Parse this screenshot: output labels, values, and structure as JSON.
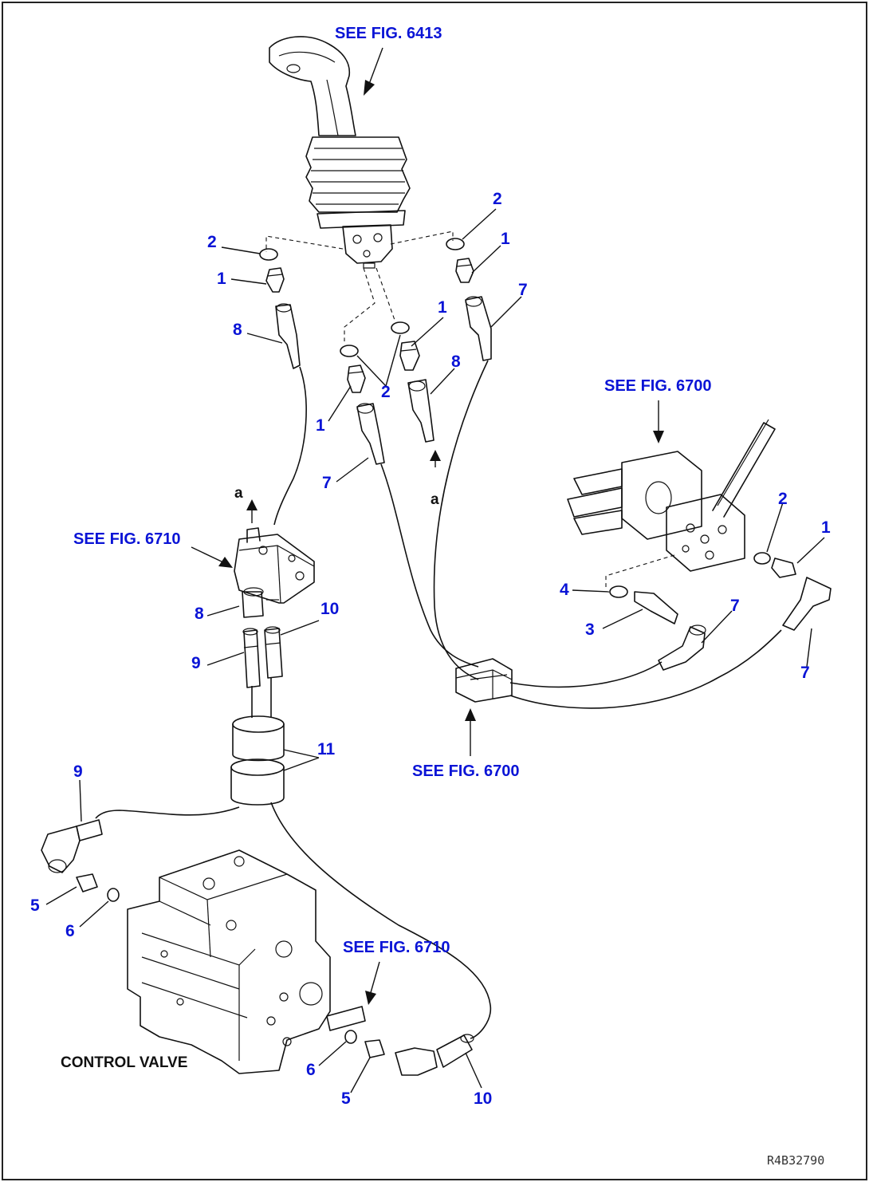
{
  "references": {
    "fig_6413": "SEE FIG. 6413",
    "fig_6700_top": "SEE FIG. 6700",
    "fig_6700_bottom": "SEE FIG. 6700",
    "fig_6710_upper": "SEE FIG. 6710",
    "fig_6710_lower": "SEE FIG. 6710"
  },
  "labels": {
    "control_valve": "CONTROL VALVE",
    "drawing_code": "R4B32790",
    "marker_a_left": "a",
    "marker_a_right": "a"
  },
  "callouts": {
    "c2_left": "2",
    "c1_left": "1",
    "c8_left": "8",
    "c2_top_right": "2",
    "c1_top_right": "1",
    "c7_top_right": "7",
    "c1_center_upper": "1",
    "c2_center": "2",
    "c8_center": "8",
    "c1_center_lower": "1",
    "c7_center": "7",
    "c8_block": "8",
    "c10_block": "10",
    "c9_block": "9",
    "c11": "11",
    "c9_lower": "9",
    "c5_lower_left": "5",
    "c6_lower_left": "6",
    "c6_lower_right": "6",
    "c5_lower_right": "5",
    "c10_lower_right": "10",
    "c2_right_assy": "2",
    "c1_right_assy": "1",
    "c4_right_assy": "4",
    "c3_right_assy": "3",
    "c7_right_mid": "7",
    "c7_right_far": "7"
  }
}
